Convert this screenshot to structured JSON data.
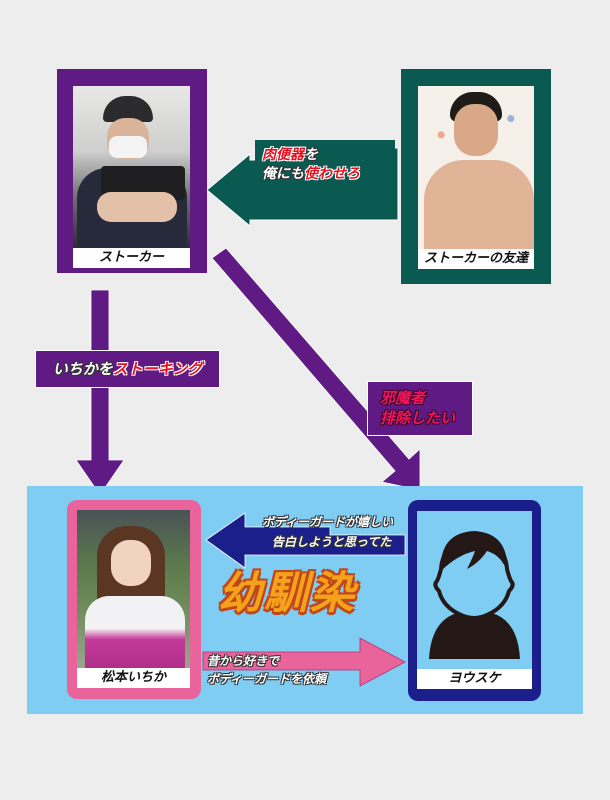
{
  "colors": {
    "background": "#EDEDED",
    "stalker_frame": "#5F1A84",
    "friend_frame": "#0B5A52",
    "panel": "#7FCDF3",
    "ichika_frame": "#E8649A",
    "yousuke_frame": "#1A1F8C",
    "title_fill": "#F5A21B",
    "title_outline": "#C0471A",
    "red_text": "#E8101E"
  },
  "characters": {
    "stalker": {
      "name": "ストーカー",
      "photo": "man-with-cap-and-mask-photo"
    },
    "friend": {
      "name": "ストーカーの友達",
      "photo": "shirtless-man-photo"
    },
    "ichika": {
      "name": "松本いちか",
      "photo": "girl-with-twin-tails-photo"
    },
    "yousuke": {
      "name": "ヨウスケ",
      "photo": "silhouette-avatar"
    }
  },
  "relations": {
    "friend_to_stalker": {
      "line1_red": "肉便器",
      "line1_white": "を",
      "line2_white": "俺にも",
      "line2_red": "使わせろ"
    },
    "stalker_to_ichika": {
      "white": "いちかを",
      "red": "ストーキング"
    },
    "stalker_to_yousuke": {
      "line1": "邪魔者",
      "line2": "排除したい"
    },
    "yousuke_to_ichika": {
      "line1": "ボディーガードが嬉しい",
      "line2": "告白しようと思ってた"
    },
    "ichika_to_yousuke": {
      "line1": "昔から好きで",
      "line2": "ボディーガードを依頼"
    }
  },
  "panel_title": "幼馴染"
}
